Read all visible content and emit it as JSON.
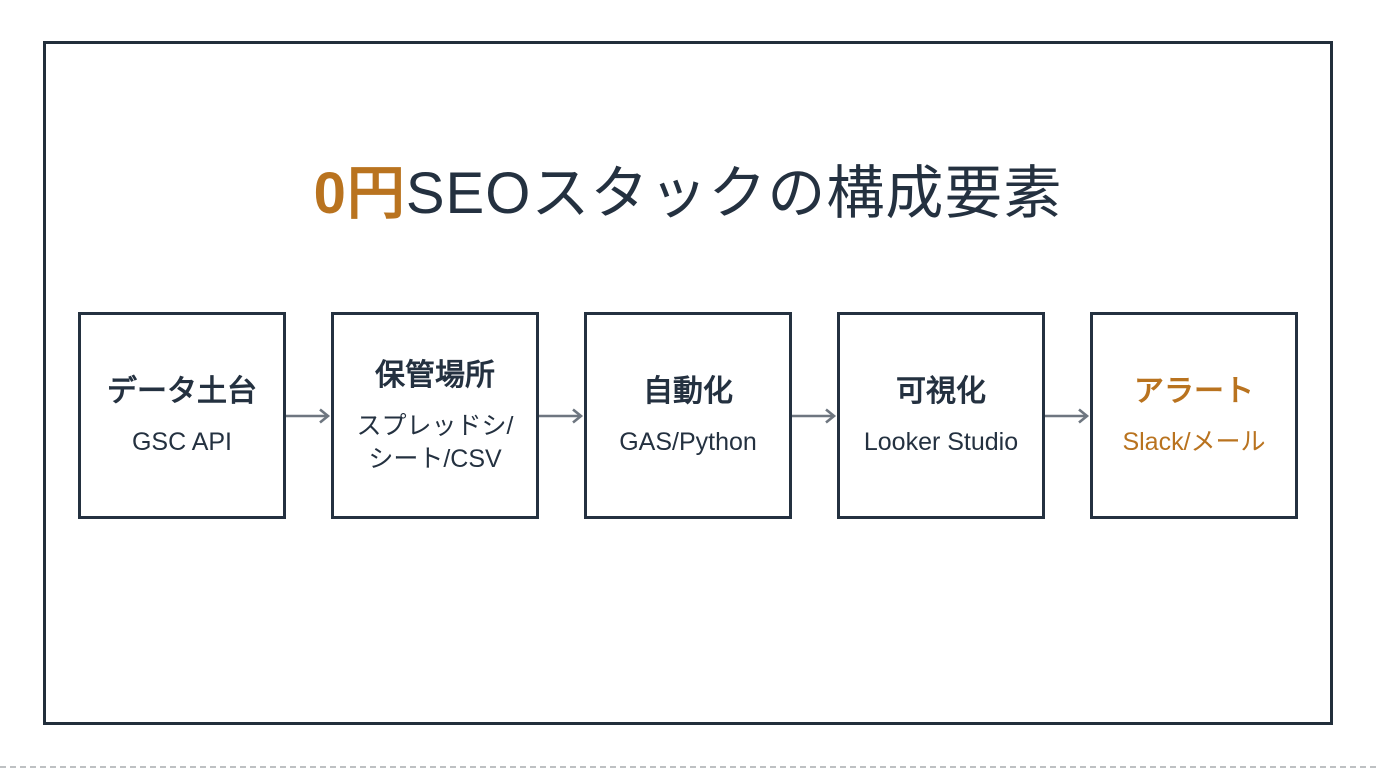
{
  "colors": {
    "ink": "#243140",
    "accent": "#b9731f",
    "arrow": "#6e7680",
    "frame": "#222e3b",
    "bg": "#ffffff"
  },
  "title": {
    "highlight": "0円",
    "rest": "SEOスタックの構成要素"
  },
  "flow": {
    "boxes": [
      {
        "heading": "データ土台",
        "sub_lines": [
          "GSC API"
        ]
      },
      {
        "heading": "保管場所",
        "sub_lines": [
          "スプレッドシ/",
          "シート/CSV"
        ]
      },
      {
        "heading": "自動化",
        "sub_lines": [
          "GAS/Python"
        ]
      },
      {
        "heading": "可視化",
        "sub_lines": [
          "Looker Studio"
        ]
      },
      {
        "heading": "アラート",
        "sub_lines": [
          "Slack/メール"
        ]
      }
    ]
  }
}
